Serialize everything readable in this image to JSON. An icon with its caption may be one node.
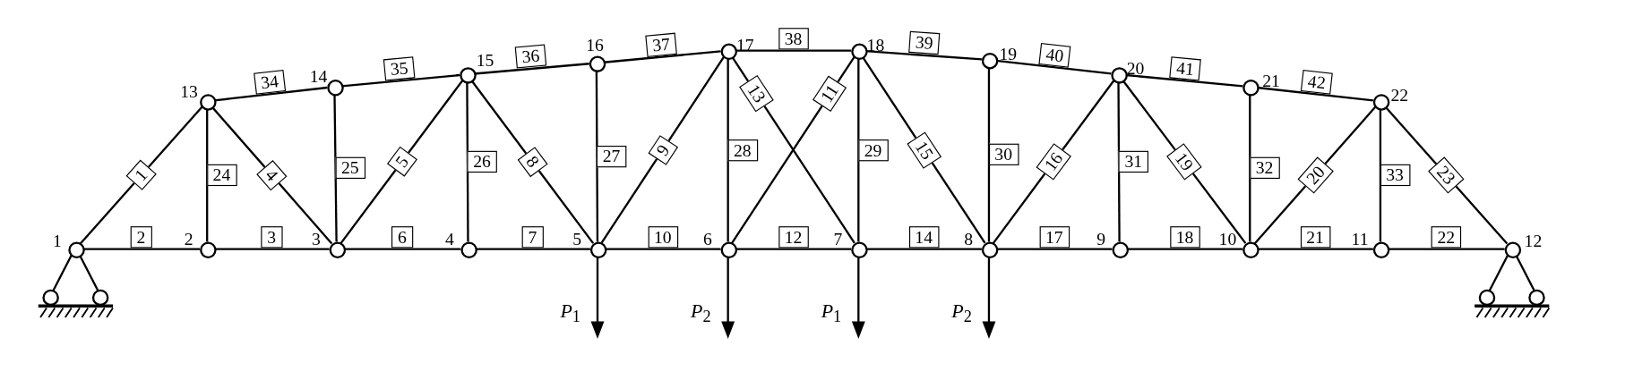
{
  "diagram": {
    "nodes": [
      {
        "text": [],
        "shape": "circle",
        "beside": [
          "1"
        ]
      },
      {
        "text": [],
        "shape": "circle",
        "beside": [
          "2"
        ]
      },
      {
        "text": [],
        "shape": "circle",
        "beside": [
          "3"
        ]
      },
      {
        "text": [],
        "shape": "circle",
        "beside": [
          "4"
        ]
      },
      {
        "text": [],
        "shape": "circle",
        "beside": [
          "5"
        ]
      },
      {
        "text": [],
        "shape": "circle",
        "beside": [
          "6"
        ]
      },
      {
        "text": [],
        "shape": "circle",
        "beside": [
          "7"
        ]
      },
      {
        "text": [],
        "shape": "circle",
        "beside": [
          "8"
        ]
      },
      {
        "text": [],
        "shape": "circle",
        "beside": [
          "9"
        ]
      },
      {
        "text": [],
        "shape": "circle",
        "beside": [
          "10"
        ]
      },
      {
        "text": [],
        "shape": "circle",
        "beside": [
          "11"
        ]
      },
      {
        "text": [],
        "shape": "circle",
        "beside": [
          "12"
        ]
      },
      {
        "text": [],
        "shape": "circle",
        "beside": [
          "13"
        ]
      },
      {
        "text": [],
        "shape": "circle",
        "beside": [
          "14"
        ]
      },
      {
        "text": [],
        "shape": "circle",
        "beside": [
          "15"
        ]
      },
      {
        "text": [],
        "shape": "circle",
        "beside": [
          "16"
        ]
      },
      {
        "text": [],
        "shape": "circle",
        "beside": [
          "17"
        ]
      },
      {
        "text": [],
        "shape": "circle",
        "beside": [
          "18"
        ]
      },
      {
        "text": [],
        "shape": "circle",
        "beside": [
          "19"
        ]
      },
      {
        "text": [],
        "shape": "circle",
        "beside": [
          "20"
        ]
      },
      {
        "text": [],
        "shape": "circle",
        "beside": [
          "21"
        ]
      },
      {
        "text": [],
        "shape": "circle",
        "beside": [
          "22"
        ]
      }
    ],
    "edges": [
      {
        "from": 0,
        "to": 12,
        "arrow": "none",
        "label": "1"
      },
      {
        "from": 0,
        "to": 1,
        "arrow": "none",
        "label": "2"
      },
      {
        "from": 1,
        "to": 2,
        "arrow": "none",
        "label": "3"
      },
      {
        "from": 12,
        "to": 2,
        "arrow": "none",
        "label": "4"
      },
      {
        "from": 2,
        "to": 14,
        "arrow": "none",
        "label": "5"
      },
      {
        "from": 2,
        "to": 3,
        "arrow": "none",
        "label": "6"
      },
      {
        "from": 3,
        "to": 4,
        "arrow": "none",
        "label": "7"
      },
      {
        "from": 14,
        "to": 4,
        "arrow": "none",
        "label": "8"
      },
      {
        "from": 4,
        "to": 16,
        "arrow": "none",
        "label": "9"
      },
      {
        "from": 4,
        "to": 5,
        "arrow": "none",
        "label": "10"
      },
      {
        "from": 5,
        "to": 17,
        "arrow": "none",
        "label": "11"
      },
      {
        "from": 5,
        "to": 6,
        "arrow": "none",
        "label": "12"
      },
      {
        "from": 16,
        "to": 6,
        "arrow": "none",
        "label": "13"
      },
      {
        "from": 6,
        "to": 7,
        "arrow": "none",
        "label": "14"
      },
      {
        "from": 17,
        "to": 7,
        "arrow": "none",
        "label": "15"
      },
      {
        "from": 7,
        "to": 19,
        "arrow": "none",
        "label": "16"
      },
      {
        "from": 7,
        "to": 8,
        "arrow": "none",
        "label": "17"
      },
      {
        "from": 8,
        "to": 9,
        "arrow": "none",
        "label": "18"
      },
      {
        "from": 19,
        "to": 9,
        "arrow": "none",
        "label": "19"
      },
      {
        "from": 9,
        "to": 21,
        "arrow": "none",
        "label": "20"
      },
      {
        "from": 9,
        "to": 10,
        "arrow": "none",
        "label": "21"
      },
      {
        "from": 10,
        "to": 11,
        "arrow": "none",
        "label": "22"
      },
      {
        "from": 21,
        "to": 11,
        "arrow": "none",
        "label": "23"
      },
      {
        "from": 1,
        "to": 12,
        "arrow": "none",
        "label": "24"
      },
      {
        "from": 2,
        "to": 13,
        "arrow": "none",
        "label": "25"
      },
      {
        "from": 3,
        "to": 14,
        "arrow": "none",
        "label": "26"
      },
      {
        "from": 4,
        "to": 15,
        "arrow": "none",
        "label": "27"
      },
      {
        "from": 5,
        "to": 16,
        "arrow": "none",
        "label": "28"
      },
      {
        "from": 6,
        "to": 17,
        "arrow": "none",
        "label": "29"
      },
      {
        "from": 7,
        "to": 18,
        "arrow": "none",
        "label": "30"
      },
      {
        "from": 8,
        "to": 19,
        "arrow": "none",
        "label": "31"
      },
      {
        "from": 9,
        "to": 20,
        "arrow": "none",
        "label": "32"
      },
      {
        "from": 10,
        "to": 21,
        "arrow": "none",
        "label": "33"
      },
      {
        "from": 12,
        "to": 13,
        "arrow": "none",
        "label": "34"
      },
      {
        "from": 13,
        "to": 14,
        "arrow": "none",
        "label": "35"
      },
      {
        "from": 14,
        "to": 15,
        "arrow": "none",
        "label": "36"
      },
      {
        "from": 15,
        "to": 16,
        "arrow": "none",
        "label": "37"
      },
      {
        "from": 16,
        "to": 17,
        "arrow": "none",
        "label": "38"
      },
      {
        "from": 17,
        "to": 18,
        "arrow": "none",
        "label": "39"
      },
      {
        "from": 18,
        "to": 19,
        "arrow": "none",
        "label": "40"
      },
      {
        "from": 19,
        "to": 20,
        "arrow": "none",
        "label": "41"
      },
      {
        "from": 20,
        "to": 21,
        "arrow": "none",
        "label": "42"
      },
      {
        "from": 4,
        "to": null,
        "arrow": "to",
        "label": "*P*$_{1}$"
      },
      {
        "from": 5,
        "to": null,
        "arrow": "to",
        "label": "*P*$_{2}$"
      },
      {
        "from": 6,
        "to": null,
        "arrow": "to",
        "label": "*P*$_{1}$"
      },
      {
        "from": 7,
        "to": null,
        "arrow": "to",
        "label": "*P*$_{2}$"
      }
    ]
  }
}
